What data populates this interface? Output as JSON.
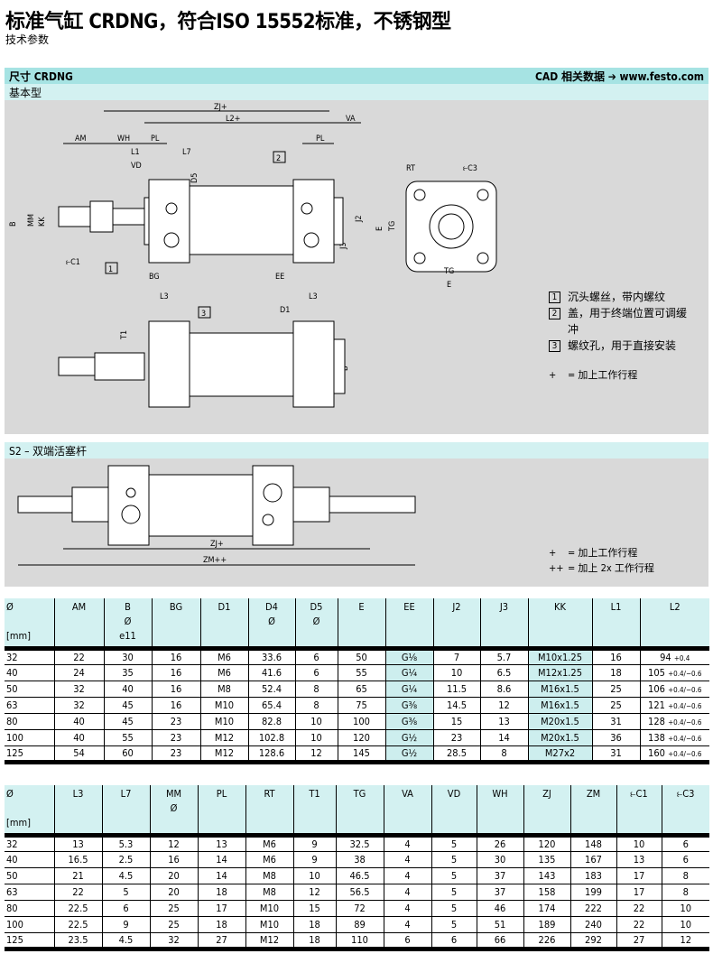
{
  "title": "标准气缸 CRDNG，符合ISO 15552标准，不锈钢型",
  "subtitle": "技术参数",
  "section_bar": {
    "left": "尺寸 CRDNG",
    "right": "CAD 相关数据 ➔ www.festo.com"
  },
  "basic": {
    "label": "基本型"
  },
  "drawing_labels": {
    "zj": "ZJ+",
    "l2": "L2+",
    "va": "VA",
    "am": "AM",
    "wh": "WH",
    "pl": "PL",
    "l1": "L1",
    "l7": "L7",
    "vd": "VD",
    "d5": "D5",
    "d4": "D4",
    "b": "B",
    "mm": "MM",
    "kk": "KK",
    "bg": "BG",
    "ee": "EE",
    "j2": "J2",
    "j3": "J3",
    "c1": "⥼C1",
    "rt": "RT",
    "c3": "⥼C3",
    "e": "E",
    "tg": "TG",
    "l3": "L3",
    "d1": "D1",
    "t1": "T1",
    "n1": "1",
    "n2": "2",
    "n3": "3",
    "zm": "ZM++"
  },
  "legend": [
    {
      "num": "1",
      "text": "沉头螺丝，带内螺纹"
    },
    {
      "num": "2",
      "text": "盖，用于终端位置可调缓",
      "cont": "冲"
    },
    {
      "num": "3",
      "text": "螺纹孔，用于直接安装"
    }
  ],
  "plus_note": {
    "sym": "+",
    "text": "= 加上工作行程"
  },
  "s2": {
    "label": "S2 – 双端活塞杆",
    "notes": [
      {
        "sym": "+",
        "text": "= 加上工作行程"
      },
      {
        "sym": "++",
        "text": "= 加上 2x 工作行程"
      }
    ]
  },
  "table1": {
    "headers": [
      [
        "Ø",
        "",
        "[mm]"
      ],
      [
        "AM"
      ],
      [
        "B",
        "Ø",
        "e11"
      ],
      [
        "BG"
      ],
      [
        "D1"
      ],
      [
        "D4",
        "Ø"
      ],
      [
        "D5",
        "Ø"
      ],
      [
        "E"
      ],
      [
        "EE"
      ],
      [
        "J2"
      ],
      [
        "J3"
      ],
      [
        "KK"
      ],
      [
        "L1"
      ],
      [
        "L2"
      ]
    ],
    "rows": [
      [
        "32",
        "22",
        "30",
        "16",
        "M6",
        "33.6",
        "6",
        "50",
        "G⅛",
        "7",
        "5.7",
        "M10x1.25",
        "16",
        "94",
        "+0.4"
      ],
      [
        "40",
        "24",
        "35",
        "16",
        "M6",
        "41.6",
        "6",
        "55",
        "G¼",
        "10",
        "6.5",
        "M12x1.25",
        "18",
        "105",
        "+0.4/−0.6"
      ],
      [
        "50",
        "32",
        "40",
        "16",
        "M8",
        "52.4",
        "8",
        "65",
        "G¼",
        "11.5",
        "8.6",
        "M16x1.5",
        "25",
        "106",
        "+0.4/−0.6"
      ],
      [
        "63",
        "32",
        "45",
        "16",
        "M10",
        "65.4",
        "8",
        "75",
        "G⅜",
        "14.5",
        "12",
        "M16x1.5",
        "25",
        "121",
        "+0.4/−0.6"
      ],
      [
        "80",
        "40",
        "45",
        "23",
        "M10",
        "82.8",
        "10",
        "100",
        "G⅜",
        "15",
        "13",
        "M20x1.5",
        "31",
        "128",
        "+0.4/−0.6"
      ],
      [
        "100",
        "40",
        "55",
        "23",
        "M12",
        "102.8",
        "10",
        "120",
        "G½",
        "23",
        "14",
        "M20x1.5",
        "36",
        "138",
        "+0.4/−0.6"
      ],
      [
        "125",
        "54",
        "60",
        "23",
        "M12",
        "128.6",
        "12",
        "145",
        "G½",
        "28.5",
        "8",
        "M27x2",
        "31",
        "160",
        "+0.4/−0.6"
      ]
    ]
  },
  "table2": {
    "headers": [
      [
        "Ø",
        "",
        "[mm]"
      ],
      [
        "L3"
      ],
      [
        "L7"
      ],
      [
        "MM",
        "Ø"
      ],
      [
        "PL"
      ],
      [
        "RT"
      ],
      [
        "T1"
      ],
      [
        "TG"
      ],
      [
        "VA"
      ],
      [
        "VD"
      ],
      [
        "WH"
      ],
      [
        "ZJ"
      ],
      [
        "ZM"
      ],
      [
        "⥼C1"
      ],
      [
        "⥼C3"
      ]
    ],
    "rows": [
      [
        "32",
        "13",
        "5.3",
        "12",
        "13",
        "M6",
        "9",
        "32.5",
        "4",
        "5",
        "26",
        "120",
        "148",
        "10",
        "6"
      ],
      [
        "40",
        "16.5",
        "2.5",
        "16",
        "14",
        "M6",
        "9",
        "38",
        "4",
        "5",
        "30",
        "135",
        "167",
        "13",
        "6"
      ],
      [
        "50",
        "21",
        "4.5",
        "20",
        "14",
        "M8",
        "10",
        "46.5",
        "4",
        "5",
        "37",
        "143",
        "183",
        "17",
        "8"
      ],
      [
        "63",
        "22",
        "5",
        "20",
        "18",
        "M8",
        "12",
        "56.5",
        "4",
        "5",
        "37",
        "158",
        "199",
        "17",
        "8"
      ],
      [
        "80",
        "22.5",
        "6",
        "25",
        "17",
        "M10",
        "15",
        "72",
        "4",
        "5",
        "46",
        "174",
        "222",
        "22",
        "10"
      ],
      [
        "100",
        "22.5",
        "9",
        "25",
        "18",
        "M10",
        "18",
        "89",
        "4",
        "5",
        "51",
        "189",
        "240",
        "22",
        "10"
      ],
      [
        "125",
        "23.5",
        "4.5",
        "32",
        "27",
        "M12",
        "18",
        "110",
        "6",
        "6",
        "66",
        "226",
        "292",
        "27",
        "12"
      ]
    ]
  }
}
